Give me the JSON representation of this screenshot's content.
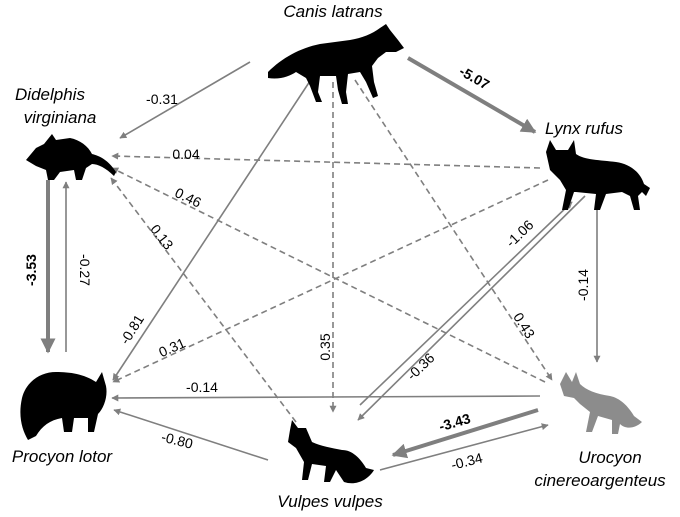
{
  "diagram": {
    "species": {
      "canis": "Canis latrans",
      "lynx": "Lynx rufus",
      "didelphis_l1": "Didelphis",
      "didelphis_l2": "virginiana",
      "procyon": "Procyon lotor",
      "vulpes": "Vulpes vulpes",
      "urocyon_l1": "Urocyon",
      "urocyon_l2": "cinereoargenteus"
    },
    "edges": [
      {
        "from": "Canis latrans",
        "to": "Lynx rufus",
        "value": "-5.07",
        "style": "solid",
        "emphasis": "strong"
      },
      {
        "from": "Canis latrans",
        "to": "Didelphis virginiana",
        "value": "-0.31",
        "style": "solid",
        "emphasis": "normal"
      },
      {
        "from": "Canis latrans",
        "to": "Procyon lotor",
        "value": "-0.81",
        "style": "solid",
        "emphasis": "normal"
      },
      {
        "from": "Canis latrans",
        "to": "Vulpes vulpes",
        "value": "0.35",
        "style": "dashed",
        "emphasis": "normal"
      },
      {
        "from": "Canis latrans",
        "to": "Urocyon cinereoargenteus",
        "value": "0.43",
        "style": "dashed",
        "emphasis": "normal"
      },
      {
        "from": "Lynx rufus",
        "to": "Didelphis virginiana",
        "value": "0.04",
        "style": "dashed",
        "emphasis": "normal"
      },
      {
        "from": "Lynx rufus",
        "to": "Procyon lotor",
        "value": "0.31",
        "style": "dashed",
        "emphasis": "normal"
      },
      {
        "from": "Lynx rufus",
        "to": "Vulpes vulpes",
        "value": "-0.36",
        "style": "solid",
        "emphasis": "normal"
      },
      {
        "from": "Lynx rufus",
        "to": "Urocyon cinereoargenteus",
        "value": "-0.14",
        "style": "solid",
        "emphasis": "normal"
      },
      {
        "from": "Didelphis virginiana",
        "to": "Procyon lotor",
        "value": "-3.53",
        "style": "solid",
        "emphasis": "strong"
      },
      {
        "from": "Procyon lotor",
        "to": "Didelphis virginiana",
        "value": "-0.27",
        "style": "solid",
        "emphasis": "normal"
      },
      {
        "from": "Vulpes vulpes",
        "to": "Didelphis virginiana",
        "value": "0.13",
        "style": "dashed",
        "emphasis": "normal"
      },
      {
        "from": "Vulpes vulpes",
        "to": "Procyon lotor",
        "value": "-0.80",
        "style": "solid",
        "emphasis": "normal"
      },
      {
        "from": "Vulpes vulpes",
        "to": "Lynx rufus",
        "value": "-1.06",
        "style": "solid",
        "emphasis": "normal"
      },
      {
        "from": "Vulpes vulpes",
        "to": "Urocyon cinereoargenteus",
        "value": "-0.34",
        "style": "solid",
        "emphasis": "normal"
      },
      {
        "from": "Urocyon cinereoargenteus",
        "to": "Vulpes vulpes",
        "value": "-3.43",
        "style": "solid",
        "emphasis": "strong"
      },
      {
        "from": "Urocyon cinereoargenteus",
        "to": "Procyon lotor",
        "value": "-0.14",
        "style": "solid",
        "emphasis": "normal"
      },
      {
        "from": "Urocyon cinereoargenteus",
        "to": "Didelphis virginiana",
        "value": "0.46",
        "style": "dashed",
        "emphasis": "normal"
      }
    ],
    "colors": {
      "arrow": "#7f7f7f",
      "silhouette": "#000000",
      "urocyon_silhouette": "#8c8c8c",
      "text": "#000000"
    },
    "icons": {
      "canis": "coyote-silhouette-icon",
      "lynx": "bobcat-silhouette-icon",
      "didelphis": "opossum-silhouette-icon",
      "procyon": "raccoon-silhouette-icon",
      "vulpes": "red-fox-silhouette-icon",
      "urocyon": "gray-fox-silhouette-icon"
    }
  }
}
